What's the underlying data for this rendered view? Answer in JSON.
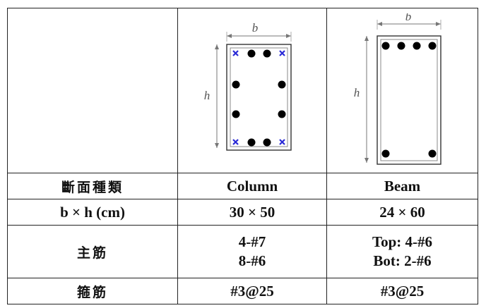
{
  "figure": {
    "width_symbol": "b",
    "height_symbol": "h"
  },
  "rows": {
    "section_type": {
      "label": "斷面種類",
      "column": "Column",
      "beam": "Beam"
    },
    "dimensions": {
      "label": "b × h (cm)",
      "column": "30 × 50",
      "beam": "24 × 60"
    },
    "main_rebar": {
      "label": "主筋",
      "column": [
        "4-#7",
        "8-#6"
      ],
      "beam": [
        "Top: 4-#6",
        "Bot: 2-#6"
      ]
    },
    "stirrup": {
      "label": "箍筋",
      "column": "#3@25",
      "beam": "#3@25"
    }
  },
  "colors": {
    "rebar": "#000000",
    "marker": "#2a2ad6",
    "dimension": "#777777"
  }
}
